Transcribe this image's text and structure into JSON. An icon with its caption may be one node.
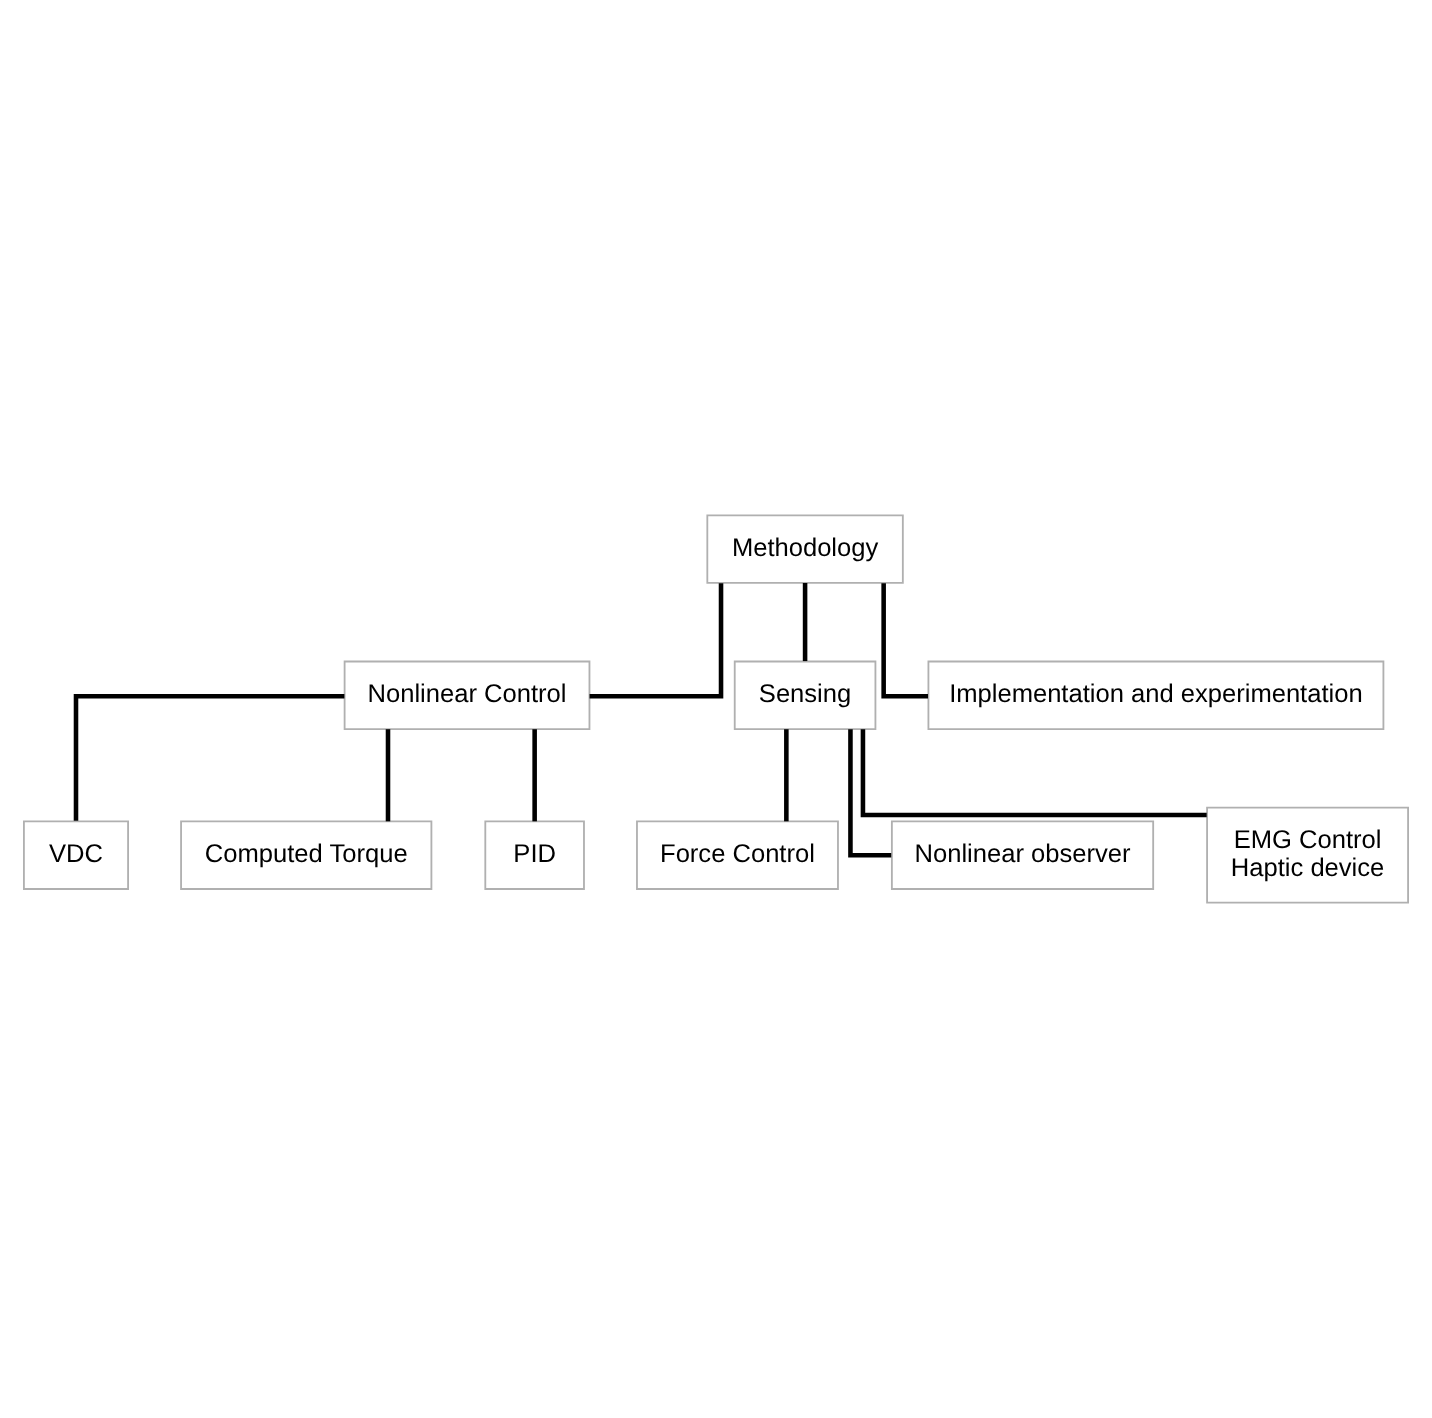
{
  "diagram": {
    "nodes": [
      {
        "text": [
          "Methodology"
        ]
      },
      {
        "text": [
          "Nonlinear Control"
        ]
      },
      {
        "text": [
          "Sensing"
        ]
      },
      {
        "text": [
          "Implementation and experimentation"
        ]
      },
      {
        "text": [
          "VDC"
        ]
      },
      {
        "text": [
          "Computed Torque"
        ]
      },
      {
        "text": [
          "PID"
        ]
      },
      {
        "text": [
          "Force Control"
        ]
      },
      {
        "text": [
          "Nonlinear observer"
        ]
      },
      {
        "text": [
          "EMG Control",
          "Haptic device"
        ]
      }
    ],
    "edges": [
      {
        "from": 0,
        "to": 1,
        "arrow": "none"
      },
      {
        "from": 0,
        "to": 2,
        "arrow": "none"
      },
      {
        "from": 0,
        "to": 3,
        "arrow": "none"
      },
      {
        "from": 1,
        "to": 4,
        "arrow": "none"
      },
      {
        "from": 1,
        "to": 5,
        "arrow": "none"
      },
      {
        "from": 1,
        "to": 6,
        "arrow": "none"
      },
      {
        "from": 2,
        "to": 7,
        "arrow": "none"
      },
      {
        "from": 2,
        "to": 8,
        "arrow": "none"
      },
      {
        "from": 2,
        "to": 9,
        "arrow": "none"
      }
    ]
  }
}
